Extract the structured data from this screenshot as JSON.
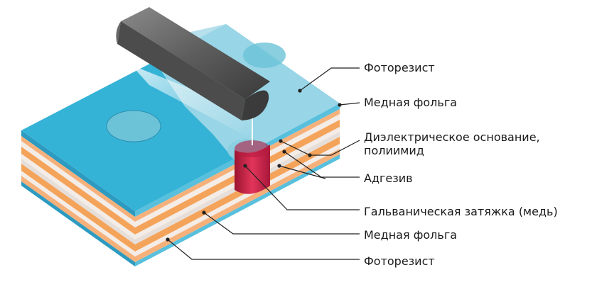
{
  "labels": {
    "photoresist_top": "Фоторезист",
    "copper_foil_top": "Медная фольга",
    "dielectric_line1": "Диэлектрическое основание,",
    "dielectric_line2": "полиимид",
    "adhesive": "Адгезив",
    "plating": "Гальваническая затяжка (медь)",
    "copper_foil_bottom": "Медная фольга",
    "photoresist_bottom": "Фоторезист"
  },
  "colors": {
    "photoresist": "#35b3d6",
    "photoresist_light": "#a9dbe9",
    "copper": "#f4a35a",
    "copper_edge": "#e7824a",
    "dielectric": "#f5ece6",
    "adhesive": "#d9d3d3",
    "plating": "#d7264b",
    "roller": "#707070",
    "leader": "#222222"
  }
}
